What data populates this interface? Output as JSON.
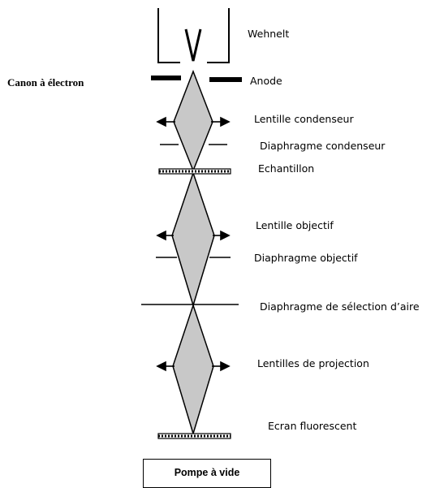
{
  "side_label": "Canon à électron",
  "labels": {
    "wehnelt": "Wehnelt",
    "anode": "Anode",
    "lentille_condenseur": "Lentille condenseur",
    "diaphragme_condenseur": "Diaphragme condenseur",
    "echantillon": "Echantillon",
    "lentille_objectif": "Lentille objectif",
    "diaphragme_objectif": "Diaphragme objectif",
    "diaphragme_selection": "Diaphragme de sélection d’aire",
    "lentilles_projection": "Lentilles de projection",
    "ecran": "Ecran fluorescent"
  },
  "pump_label": "Pompe à vide",
  "colors": {
    "lens_fill": "#c8c8c8",
    "stroke": "#000000"
  }
}
